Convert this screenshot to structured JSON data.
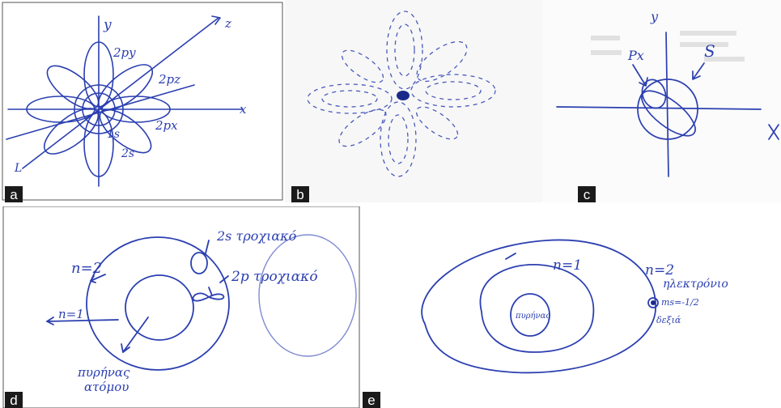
{
  "panels": {
    "a": {
      "label": "a",
      "annotations": {
        "axis_y": "y",
        "axis_z": "z",
        "axis_x": "x",
        "axis_lower": "L",
        "orb_2py": "2py",
        "orb_2pz": "2pz",
        "orb_2px": "2px",
        "orb_1s": "1s",
        "orb_2s": "2s"
      }
    },
    "b": {
      "label": "b"
    },
    "c": {
      "label": "c",
      "annotations": {
        "axis_y": "y",
        "axis_x": "x",
        "orb_px": "Px",
        "orb_s": "S"
      }
    },
    "d": {
      "label": "d",
      "annotations": {
        "n2": "n=2",
        "n1": "n=1",
        "orb_2s": "2s τροχιακό",
        "orb_2p": "2p τροχιακό",
        "nucleus_line1": "πυρήνας",
        "nucleus_line2": "ατόμου"
      }
    },
    "e": {
      "label": "e",
      "annotations": {
        "n1": "n=1",
        "n2": "n=2",
        "electron": "ηλεκτρόνιο",
        "nucleus": "πυρήνας",
        "spin": "ms=-1/2",
        "spin_word": "δεξιά"
      }
    }
  },
  "colors": {
    "ink": "#2b3fb0",
    "label_bg": "#1a1a1a",
    "border": "#555555"
  }
}
